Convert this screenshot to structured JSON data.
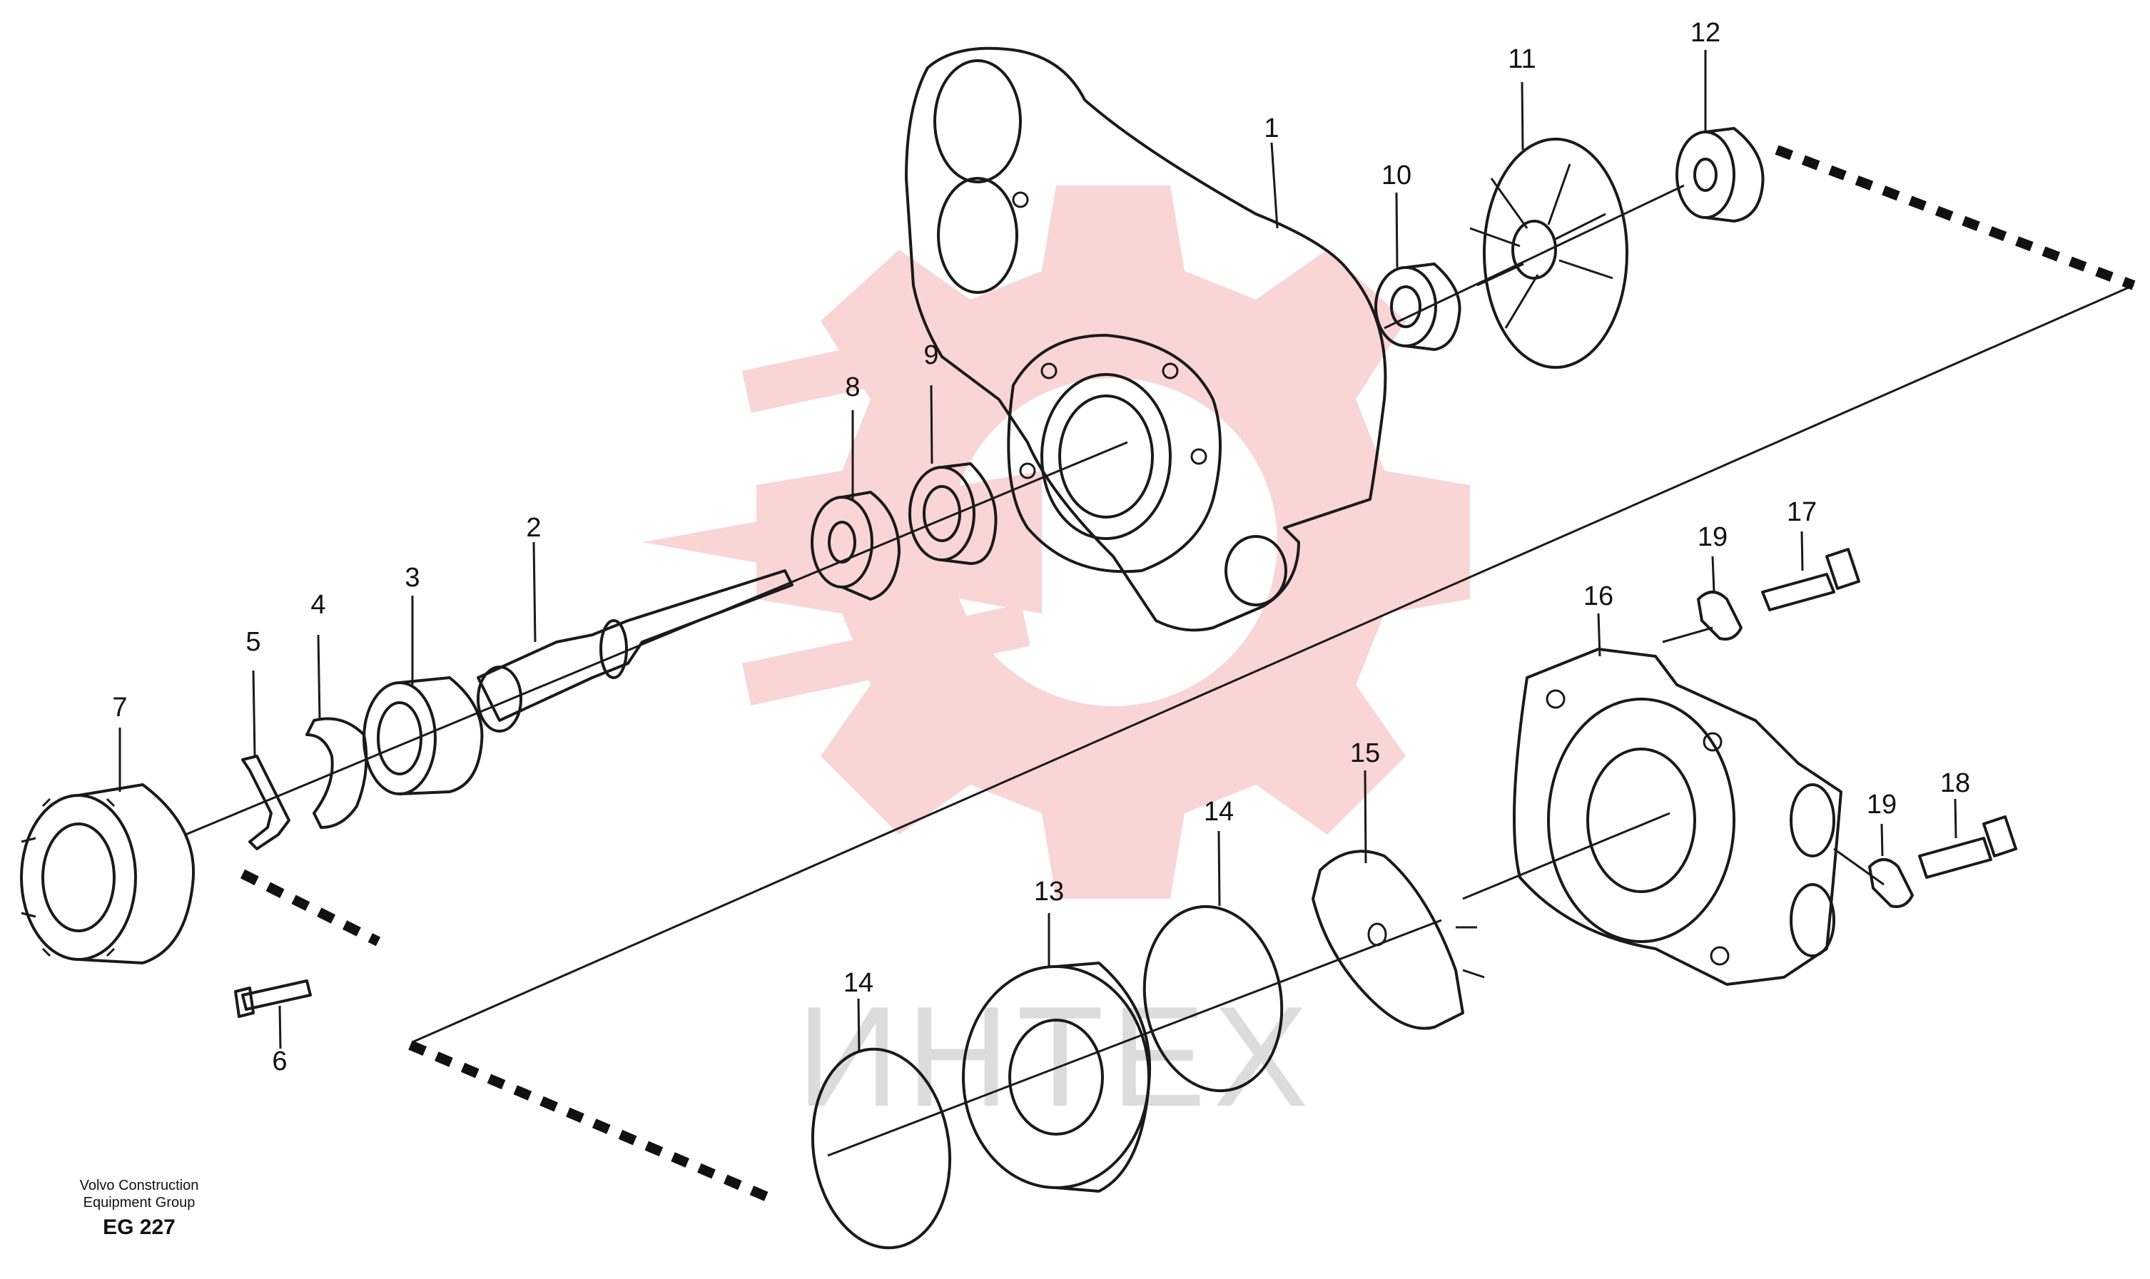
{
  "callouts": [
    {
      "id": "1",
      "label": "1"
    },
    {
      "id": "2",
      "label": "2"
    },
    {
      "id": "3",
      "label": "3"
    },
    {
      "id": "4",
      "label": "4"
    },
    {
      "id": "5",
      "label": "5"
    },
    {
      "id": "6",
      "label": "6"
    },
    {
      "id": "7",
      "label": "7"
    },
    {
      "id": "8",
      "label": "8"
    },
    {
      "id": "9",
      "label": "9"
    },
    {
      "id": "10",
      "label": "10"
    },
    {
      "id": "11",
      "label": "11"
    },
    {
      "id": "12",
      "label": "12"
    },
    {
      "id": "13",
      "label": "13"
    },
    {
      "id": "14a",
      "label": "14"
    },
    {
      "id": "14b",
      "label": "14"
    },
    {
      "id": "15",
      "label": "15"
    },
    {
      "id": "16",
      "label": "16"
    },
    {
      "id": "17",
      "label": "17"
    },
    {
      "id": "18",
      "label": "18"
    },
    {
      "id": "19a",
      "label": "19"
    },
    {
      "id": "19b",
      "label": "19"
    }
  ],
  "footer": {
    "line1": "Volvo Construction",
    "line2": "Equipment Group",
    "code": "EG 227"
  },
  "watermark": {
    "text": "ИНТЕХ",
    "logo_color": "#f5b3b3",
    "text_color": "#dcdcdc"
  }
}
